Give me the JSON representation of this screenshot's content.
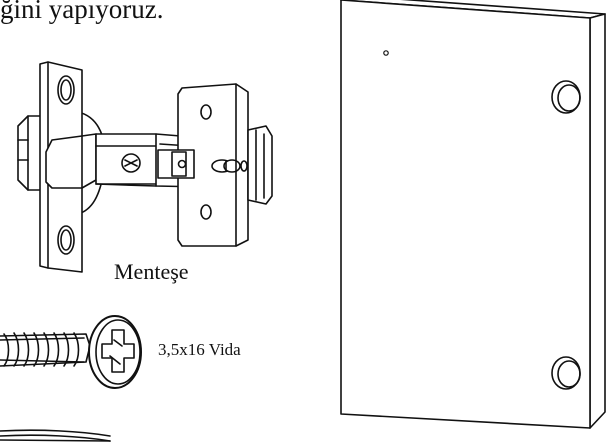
{
  "heading": {
    "text": "ğini yapıyoruz."
  },
  "parts": {
    "hinge": {
      "label": "Menteşe"
    },
    "screw": {
      "label": "3,5x16 Vida"
    }
  },
  "colors": {
    "ink": "#111111",
    "background": "#ffffff"
  }
}
